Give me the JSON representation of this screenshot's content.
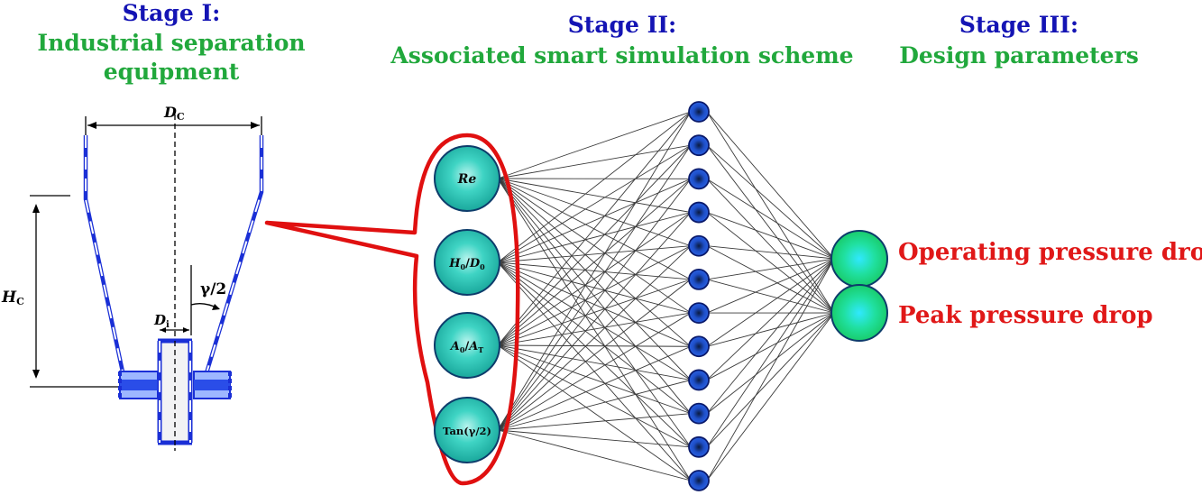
{
  "stage1": {
    "label": "Stage I:",
    "subtitle_line1": "Industrial separation",
    "subtitle_line2": "equipment"
  },
  "stage2": {
    "label": "Stage II:",
    "subtitle": "Associated smart simulation scheme"
  },
  "stage3": {
    "label": "Stage III:",
    "subtitle": "Design parameters"
  },
  "equipment": {
    "dim_dc": "D",
    "dim_dc_sub": "C",
    "dim_hc": "H",
    "dim_hc_sub": "C",
    "dim_di": "D",
    "dim_di_sub": "i",
    "angle": "γ/2"
  },
  "network": {
    "inputs": [
      {
        "main": "Re",
        "num": "",
        "den": ""
      },
      {
        "main": "",
        "num": "H",
        "num_sub": "0",
        "den": "D",
        "den_sub": "0"
      },
      {
        "main": "",
        "num": "A",
        "num_sub": "0",
        "den": "A",
        "den_sub": "T"
      },
      {
        "main": "Tan(γ/2)",
        "num": "",
        "den": ""
      }
    ],
    "hidden_count": 12,
    "outputs": [
      "Operating pressure drop",
      "Peak pressure drop"
    ]
  },
  "colors": {
    "stage": "#1414b4",
    "subtitle": "#21a83c",
    "output_text": "#e01818",
    "callout": "#e01010",
    "equipment_blue": "#1a2fd6",
    "input_node": "#28c6b8",
    "hidden_node": "#1a3fb0",
    "output_node": "#22e070"
  }
}
